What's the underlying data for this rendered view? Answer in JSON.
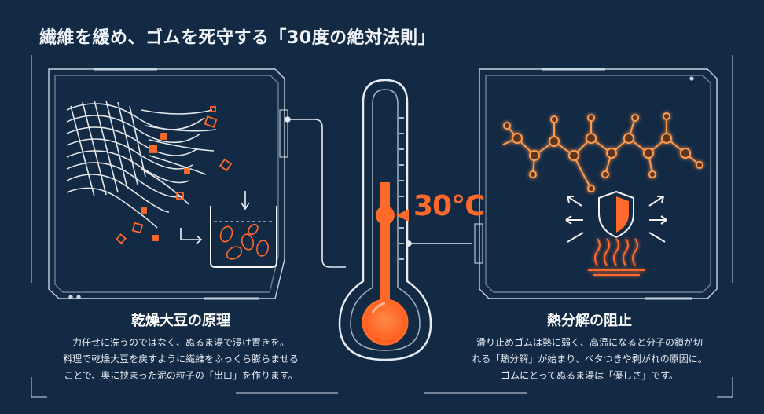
{
  "title": "繊維を緩め、ゴムを死守する「30度の絶対法則」",
  "thermometer": {
    "temperature_label": "30°C"
  },
  "left_panel": {
    "heading": "乾燥大豆の原理",
    "lines": [
      "力任せに洗うのではなく、ぬるま湯で浸け置きを。",
      "料理で乾燥大豆を戻すように繊維をふっくら膨らませる",
      "ことで、奥に挟まった泥の粒子の「出口」を作ります。"
    ]
  },
  "right_panel": {
    "heading": "熱分解の阻止",
    "lines": [
      "滑り止めゴムは熱に弱く、高温になると分子の鎖が切",
      "れる「熱分解」が始まり、ベタつきや剥がれの原因に。",
      "ゴムにとってぬるま湯は「優しさ」です。"
    ]
  },
  "colors": {
    "background": "#132a45",
    "accent": "#ff6a2b",
    "line": "#c9d3de",
    "glow": "#ff9a4d"
  },
  "icons": [
    "woven-fiber-icon",
    "beaker-icon",
    "thermometer-icon",
    "molecule-chain-icon",
    "shield-icon",
    "heat-waves-icon"
  ]
}
